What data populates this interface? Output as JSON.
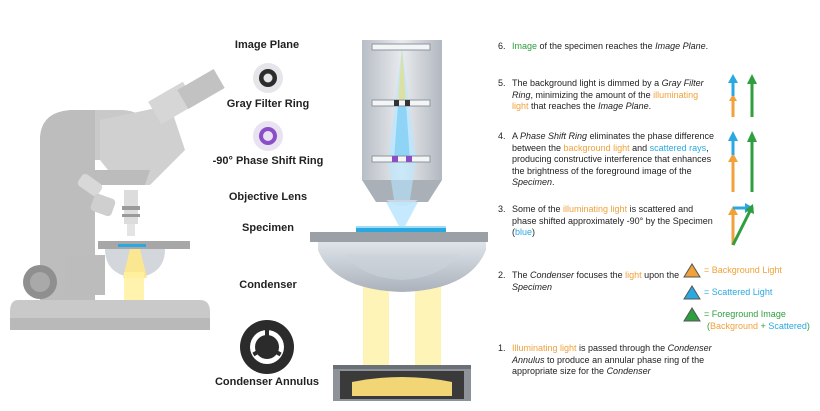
{
  "labels": {
    "image_plane": "Image Plane",
    "gray_filter_ring": "Gray Filter Ring",
    "phase_shift_ring": "-90° Phase Shift Ring",
    "objective_lens": "Objective Lens",
    "specimen": "Specimen",
    "condenser": "Condenser",
    "condenser_annulus": "Condenser Annulus"
  },
  "steps": [
    {
      "num": "6.",
      "parts": [
        [
          "Image",
          "green"
        ],
        [
          " of the specimen reaches the ",
          ""
        ],
        [
          "Image Plane",
          "italic"
        ],
        [
          ".",
          ""
        ]
      ]
    },
    {
      "num": "5.",
      "parts": [
        [
          "The background light is dimmed by a ",
          ""
        ],
        [
          "Gray Filter Ring",
          "italic"
        ],
        [
          ", minimizing the amount of the ",
          ""
        ],
        [
          "illuminating light",
          "orange"
        ],
        [
          " that reaches the ",
          ""
        ],
        [
          "Image Plane",
          "italic"
        ],
        [
          ".",
          ""
        ]
      ]
    },
    {
      "num": "4.",
      "parts": [
        [
          "A ",
          ""
        ],
        [
          "Phase Shift Ring",
          "italic"
        ],
        [
          " eliminates the phase difference between the ",
          ""
        ],
        [
          "background light",
          "orange"
        ],
        [
          " and ",
          ""
        ],
        [
          "scattered rays",
          "blue"
        ],
        [
          ", producing constructive interference that enhances the brightness of the foreground image of the ",
          ""
        ],
        [
          "Specimen",
          "italic"
        ],
        [
          ".",
          ""
        ]
      ]
    },
    {
      "num": "3.",
      "parts": [
        [
          "Some of the ",
          ""
        ],
        [
          "illuminating light",
          "orange"
        ],
        [
          " is scattered and phase shifted approximately -90° by the Specimen (",
          ""
        ],
        [
          "blue",
          "blue"
        ],
        [
          ")",
          ""
        ]
      ]
    },
    {
      "num": "2.",
      "parts": [
        [
          "The ",
          ""
        ],
        [
          "Condenser",
          "italic"
        ],
        [
          " focuses the ",
          ""
        ],
        [
          "light",
          "orange"
        ],
        [
          " upon the ",
          ""
        ],
        [
          "Specimen",
          "italic"
        ]
      ]
    },
    {
      "num": "1.",
      "parts": [
        [
          "Illuminating light",
          "orange"
        ],
        [
          " is passed through the ",
          ""
        ],
        [
          "Condenser Annulus",
          "italic"
        ],
        [
          " to produce an annular phase ring of the appropriate size for the ",
          ""
        ],
        [
          "Condenser",
          "italic"
        ]
      ]
    }
  ],
  "legend": {
    "eq": "=",
    "background": "Background Light",
    "scattered": "Scattered Light",
    "foreground": "Foreground Image",
    "foreground_sub_open": "(",
    "foreground_sub_bg": "Background",
    "foreground_sub_plus": " + ",
    "foreground_sub_sc": "Scattered",
    "foreground_sub_close": ")"
  },
  "colors": {
    "background_light": "#f0a13a",
    "scattered_light": "#2aa9e0",
    "foreground_image": "#2e9e3e",
    "phase_ring": "#8a4fc8",
    "body_gray": "#c4c4c4"
  },
  "icons": [
    "microscope-illustration",
    "gray-filter-ring-icon",
    "phase-shift-ring-icon",
    "condenser-annulus-icon",
    "vector-arrow-icon"
  ]
}
